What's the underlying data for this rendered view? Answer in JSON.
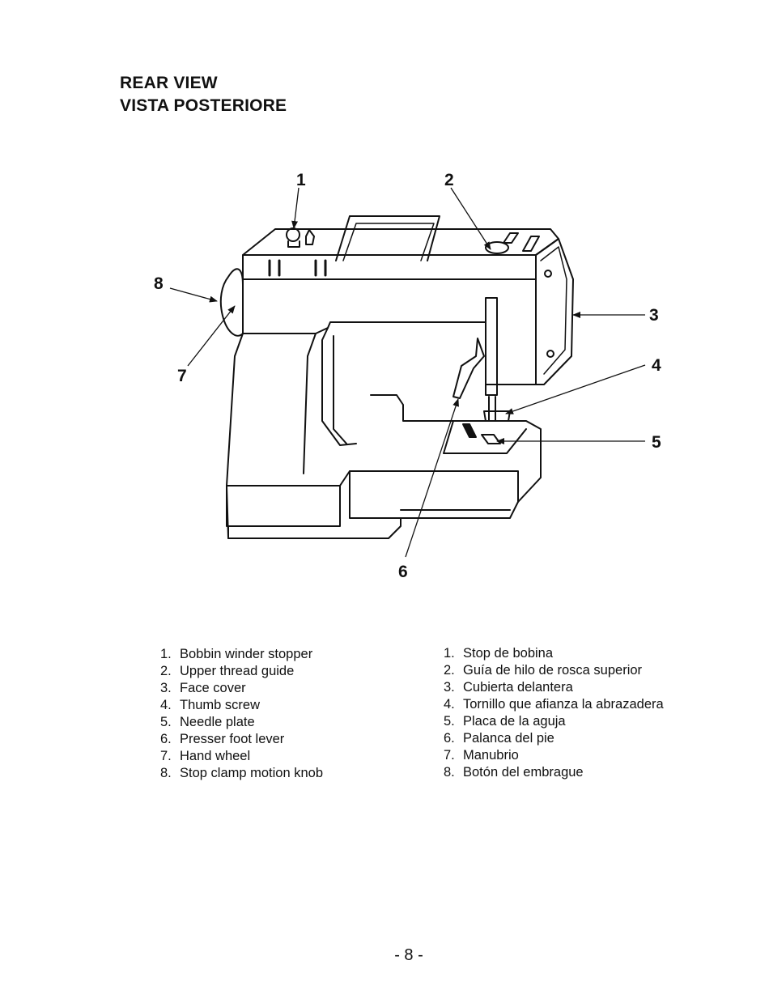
{
  "heading": {
    "line1": "REAR VIEW",
    "line2": "VISTA POSTERIORE"
  },
  "callouts": [
    "1",
    "2",
    "3",
    "4",
    "5",
    "6",
    "7",
    "8"
  ],
  "legend_en": [
    {
      "num": "1.",
      "text": "Bobbin winder stopper"
    },
    {
      "num": "2.",
      "text": "Upper thread guide"
    },
    {
      "num": "3.",
      "text": "Face cover"
    },
    {
      "num": "4.",
      "text": "Thumb screw"
    },
    {
      "num": "5.",
      "text": "Needle plate"
    },
    {
      "num": "6.",
      "text": "Presser foot lever"
    },
    {
      "num": "7.",
      "text": "Hand wheel"
    },
    {
      "num": "8.",
      "text": "Stop clamp motion knob"
    }
  ],
  "legend_es": [
    {
      "num": "1.",
      "text": "Stop de bobina"
    },
    {
      "num": "2.",
      "text": "Guía de hilo de rosca superior"
    },
    {
      "num": "3.",
      "text": "Cubierta delantera"
    },
    {
      "num": "4.",
      "text": "Tornillo que afianza la abrazadera"
    },
    {
      "num": "5.",
      "text": "Placa de la aguja"
    },
    {
      "num": "6.",
      "text": "Palanca del pie"
    },
    {
      "num": "7.",
      "text": "Manubrio"
    },
    {
      "num": "8.",
      "text": "Botón del embrague"
    }
  ],
  "page_number": "- 8 -"
}
